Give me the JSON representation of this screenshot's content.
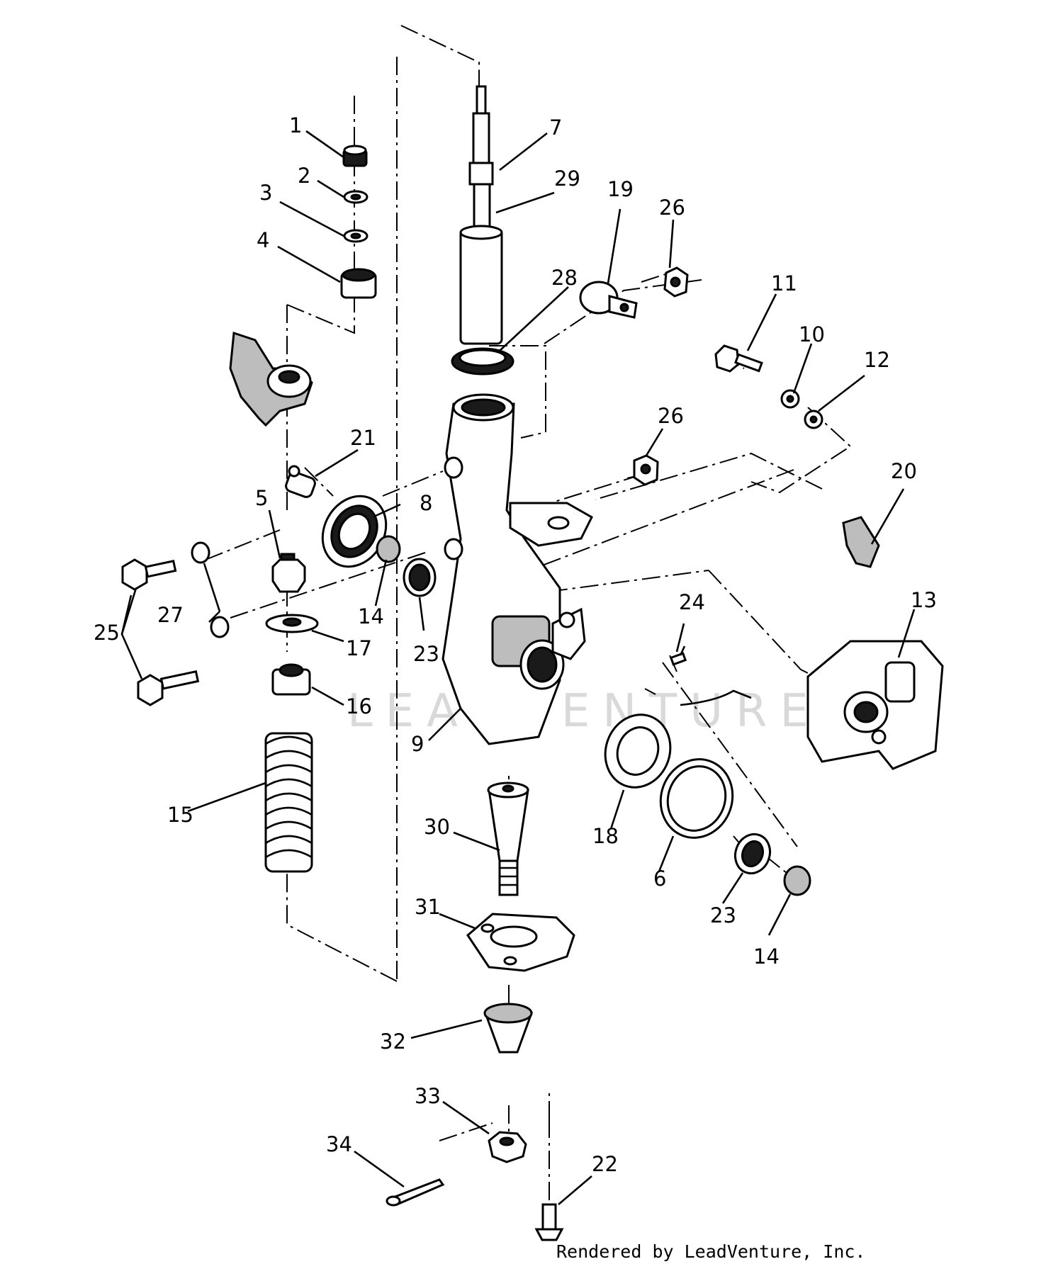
{
  "diagram": {
    "callouts": [
      {
        "id": "1"
      },
      {
        "id": "2"
      },
      {
        "id": "3"
      },
      {
        "id": "4"
      },
      {
        "id": "5"
      },
      {
        "id": "6"
      },
      {
        "id": "7"
      },
      {
        "id": "8"
      },
      {
        "id": "9"
      },
      {
        "id": "10"
      },
      {
        "id": "11"
      },
      {
        "id": "12"
      },
      {
        "id": "13"
      },
      {
        "id": "14"
      },
      {
        "id": "14"
      },
      {
        "id": "15"
      },
      {
        "id": "16"
      },
      {
        "id": "17"
      },
      {
        "id": "18"
      },
      {
        "id": "19"
      },
      {
        "id": "20"
      },
      {
        "id": "21"
      },
      {
        "id": "22"
      },
      {
        "id": "23"
      },
      {
        "id": "23"
      },
      {
        "id": "24"
      },
      {
        "id": "25"
      },
      {
        "id": "26"
      },
      {
        "id": "26"
      },
      {
        "id": "27"
      },
      {
        "id": "28"
      },
      {
        "id": "29"
      },
      {
        "id": "30"
      },
      {
        "id": "31"
      },
      {
        "id": "32"
      },
      {
        "id": "33"
      },
      {
        "id": "34"
      }
    ],
    "watermark": "LEADVENTURE",
    "credit": "Rendered by LeadVenture, Inc."
  }
}
